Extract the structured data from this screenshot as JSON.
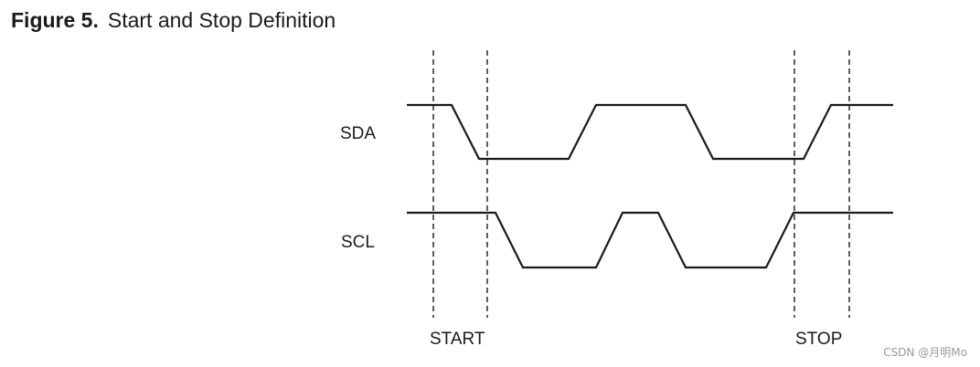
{
  "figure": {
    "number": "Figure 5.",
    "title": "Start and Stop Definition"
  },
  "signals": {
    "sda": "SDA",
    "scl": "SCL"
  },
  "markers": {
    "start": "START",
    "stop": "STOP"
  },
  "watermark": "CSDN @月明Mo",
  "colors": {
    "line": "#1a1a1a",
    "watermark": "#9a9a9a"
  }
}
